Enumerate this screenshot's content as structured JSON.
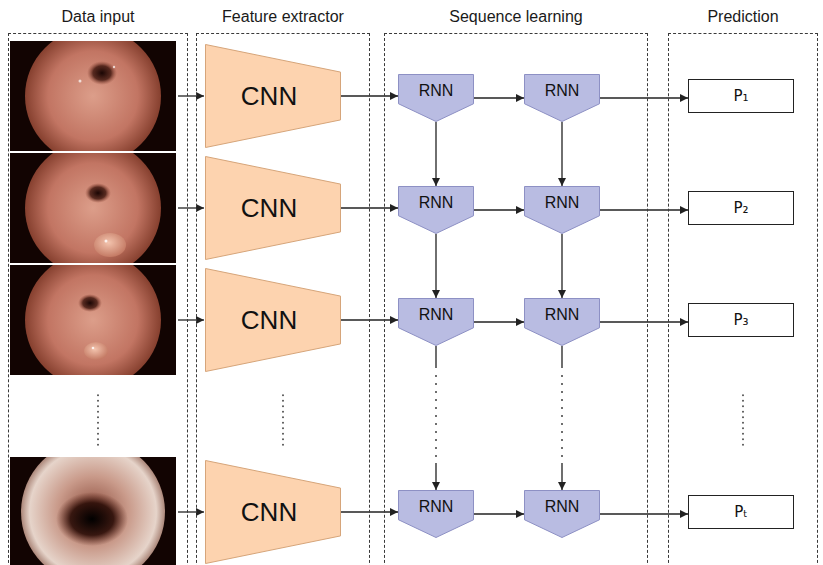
{
  "diagram": {
    "nodes": [
      {
        "text": [
          "Data input"
        ]
      },
      {
        "text": [
          "Feature extractor"
        ]
      },
      {
        "text": [
          "CNN"
        ],
        "in": 1
      },
      {
        "text": [
          "CNN"
        ],
        "in": 1
      },
      {
        "text": [
          "CNN"
        ],
        "in": 1
      },
      {
        "text": [
          "CNN"
        ],
        "in": 1
      },
      {
        "text": [
          "Sequence learning"
        ]
      },
      {
        "text": [
          "RNN"
        ],
        "in": 6
      },
      {
        "text": [
          "RNN"
        ],
        "in": 6
      },
      {
        "text": [
          "RNN"
        ],
        "in": 6
      },
      {
        "text": [
          "RNN"
        ],
        "in": 6
      },
      {
        "text": [
          "RNN"
        ],
        "in": 6
      },
      {
        "text": [
          "RNN"
        ],
        "in": 6
      },
      {
        "text": [
          "RNN"
        ],
        "in": 6
      },
      {
        "text": [
          "RNN"
        ],
        "in": 6
      },
      {
        "text": [
          "Prediction"
        ]
      },
      {
        "text": [
          "P₁"
        ],
        "in": 15
      },
      {
        "text": [
          "P₂"
        ],
        "in": 15
      },
      {
        "text": [
          "P₃"
        ],
        "in": 15
      },
      {
        "text": [
          "Pₜ"
        ],
        "in": 15
      }
    ],
    "edges": [
      {
        "from": 2,
        "to": 7,
        "arrow": "to"
      },
      {
        "from": 7,
        "to": 8,
        "arrow": "to"
      },
      {
        "from": 8,
        "to": 16,
        "arrow": "to"
      },
      {
        "from": 7,
        "to": 9,
        "arrow": "to"
      },
      {
        "from": 8,
        "to": 10,
        "arrow": "to"
      },
      {
        "from": 3,
        "to": 9,
        "arrow": "to"
      },
      {
        "from": 9,
        "to": 10,
        "arrow": "to"
      },
      {
        "from": 10,
        "to": 17,
        "arrow": "to"
      },
      {
        "from": 9,
        "to": 11,
        "arrow": "to"
      },
      {
        "from": 10,
        "to": 12,
        "arrow": "to"
      },
      {
        "from": 4,
        "to": 11,
        "arrow": "to"
      },
      {
        "from": 11,
        "to": 12,
        "arrow": "to"
      },
      {
        "from": 12,
        "to": 18,
        "arrow": "to"
      },
      {
        "from": 11,
        "to": 13,
        "arrow": "to"
      },
      {
        "from": 12,
        "to": 14,
        "arrow": "to"
      },
      {
        "from": 5,
        "to": 13,
        "arrow": "to"
      },
      {
        "from": 13,
        "to": 14,
        "arrow": "to"
      },
      {
        "from": 14,
        "to": 19,
        "arrow": "to"
      }
    ]
  }
}
